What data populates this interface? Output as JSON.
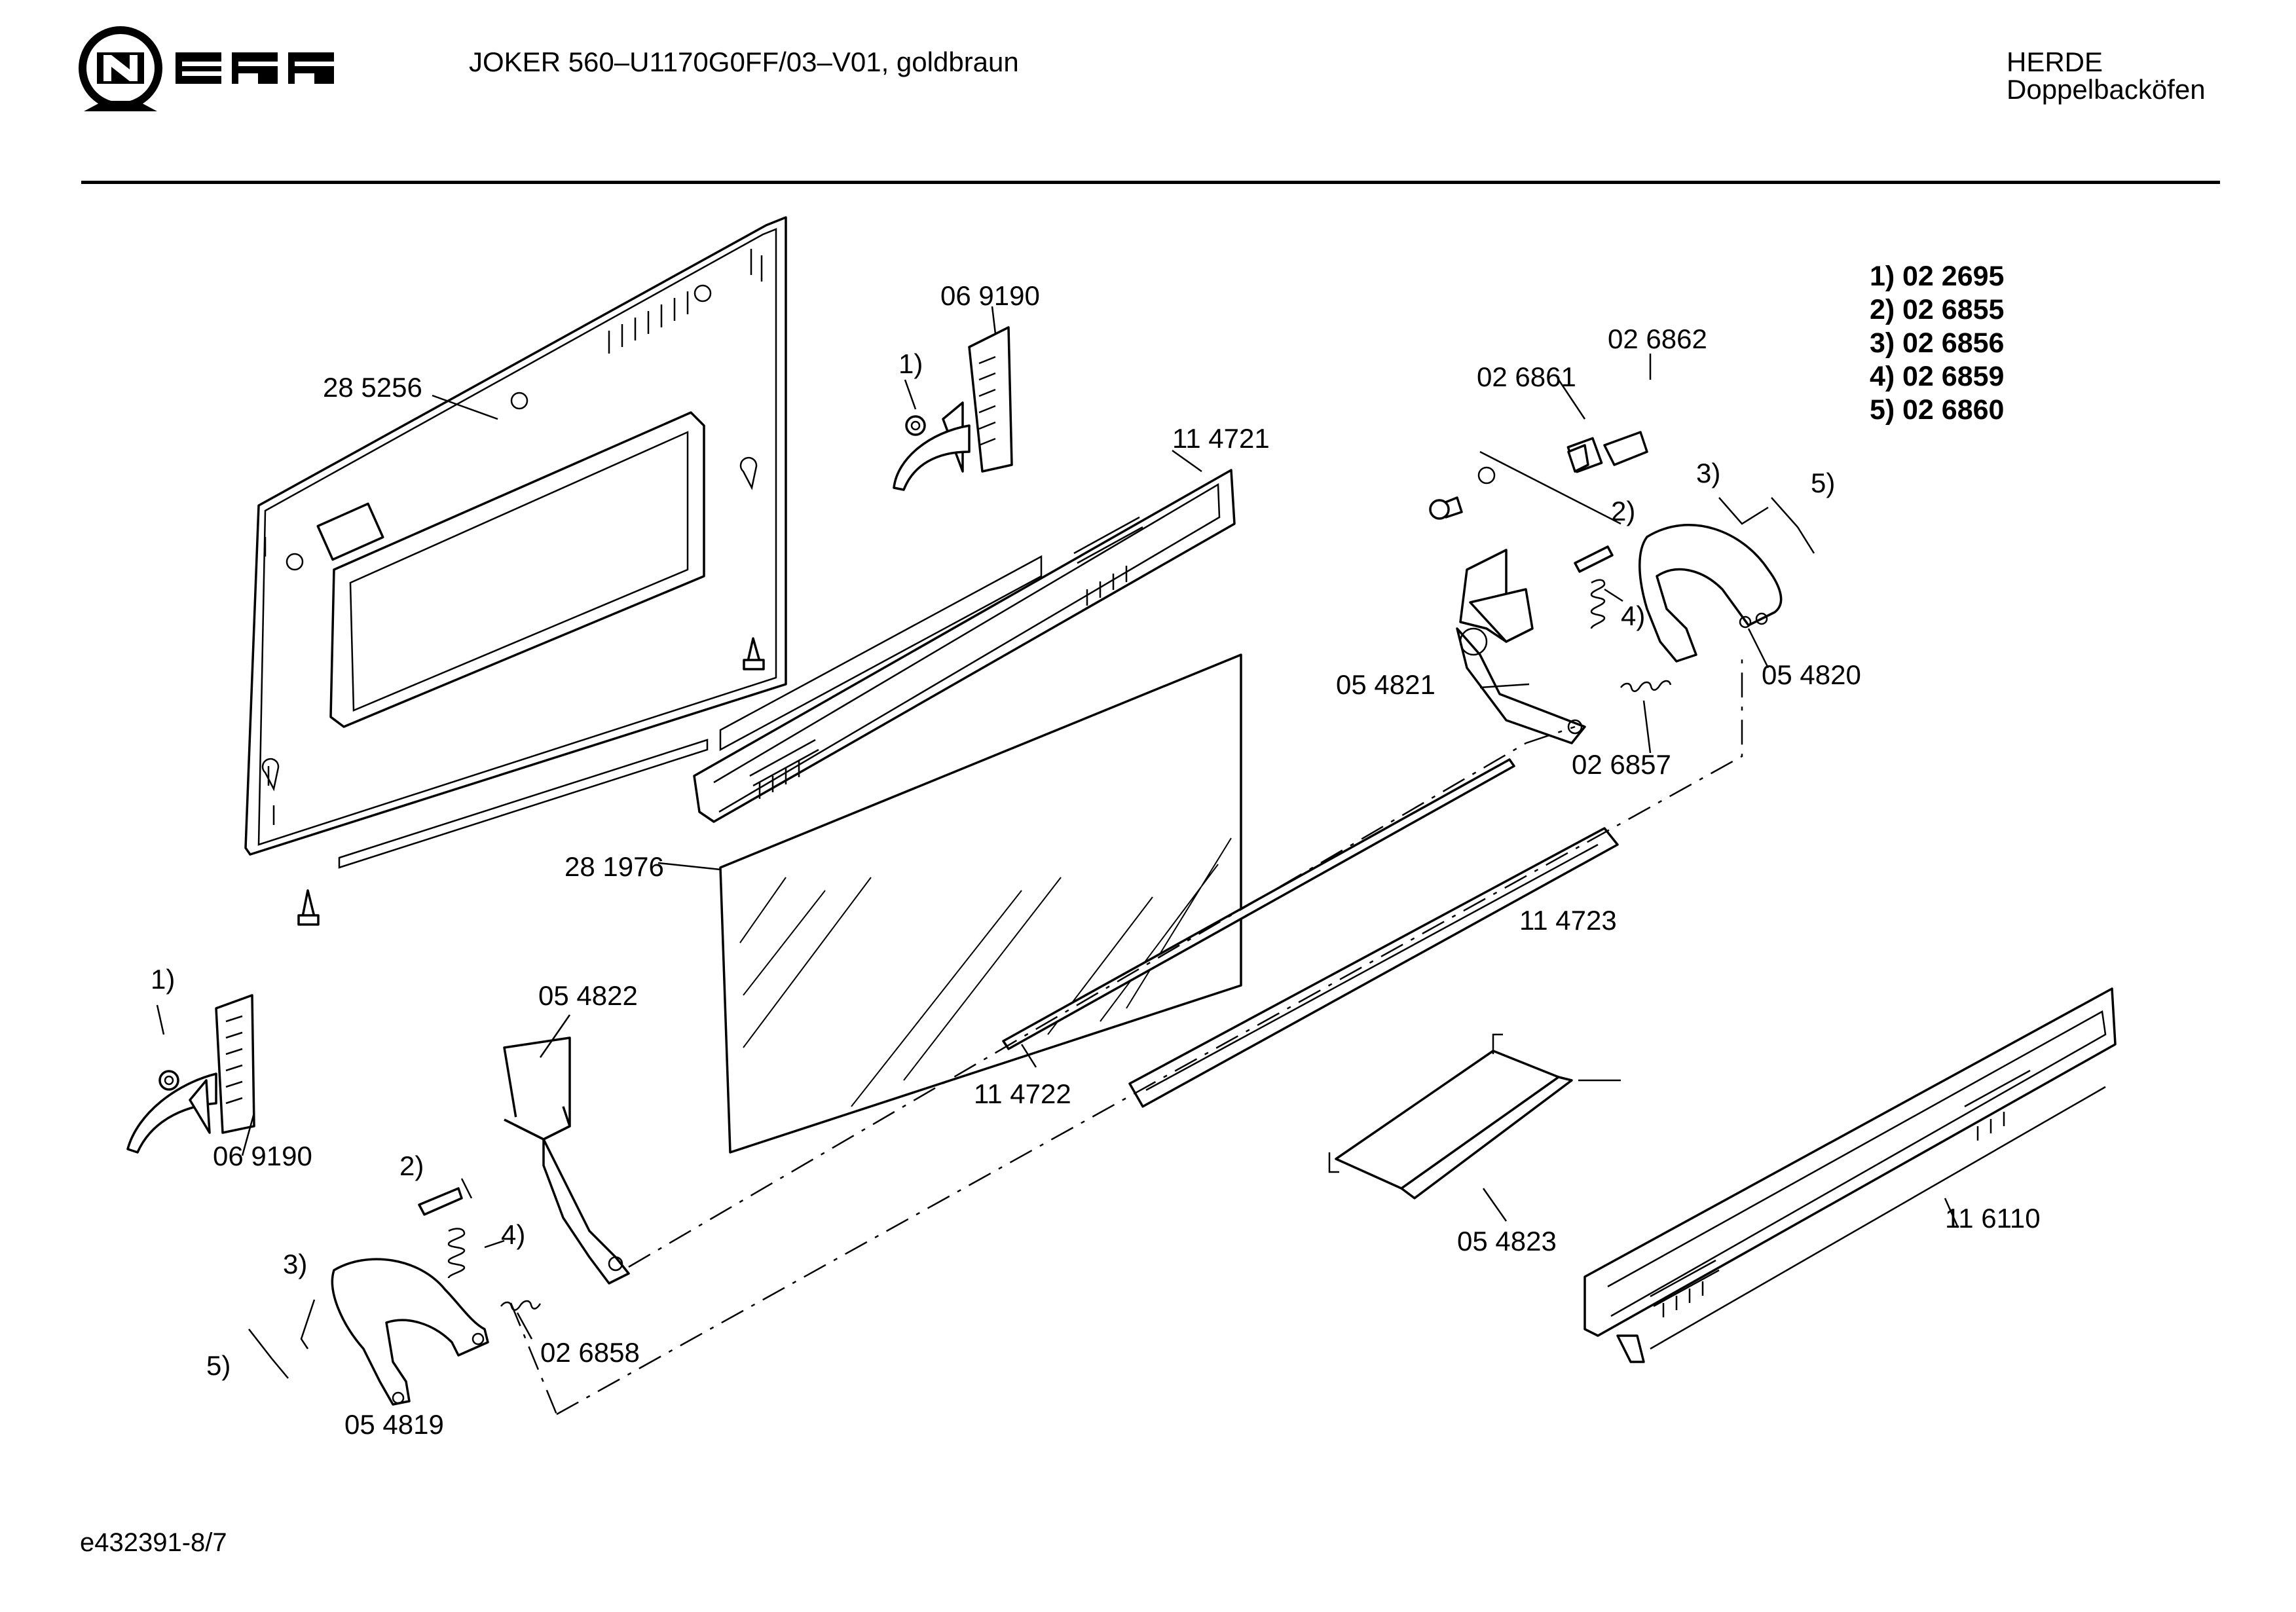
{
  "header": {
    "model_title": "JOKER 560–U1170G0FF/03–V01, goldbraun",
    "category": "HERDE",
    "subcategory": "Doppelbacköfen",
    "brand": "NEFF"
  },
  "footer": {
    "doc_code": "e432391-8/7"
  },
  "legend": [
    {
      "ref": "1)",
      "number": "02 2695"
    },
    {
      "ref": "2)",
      "number": "02 6855"
    },
    {
      "ref": "3)",
      "number": "02 6856"
    },
    {
      "ref": "4)",
      "number": "02 6859"
    },
    {
      "ref": "5)",
      "number": "02 6860"
    }
  ],
  "parts": {
    "door_panel": "28 5256",
    "hinge_top": "06 9190",
    "handle_strip_top": "11 4721",
    "glass_pane": "28 1976",
    "rod": "11 4722",
    "cover_strip": "11 4723",
    "bracket_right": "05 4821",
    "bolt": "02 6862",
    "pin": "02 6861",
    "hinge_arc_right": "05 4820",
    "spring_right": "02 6857",
    "bracket_left": "05 4822",
    "hinge_bottom": "06 9190",
    "spring_left": "02 6858",
    "hinge_arc_left": "05 4819",
    "handle": "05 4823",
    "bottom_strip": "11 6110"
  },
  "refs": {
    "r1": "1)",
    "r2": "2)",
    "r3": "3)",
    "r4": "4)",
    "r5": "5)"
  }
}
